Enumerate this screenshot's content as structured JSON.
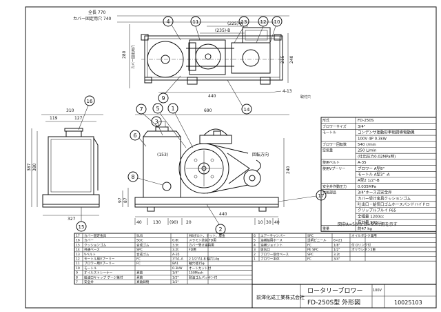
{
  "dims": {
    "top_overall": "全長 770",
    "top_cover": "カバー固定用穴 740",
    "top_225": "(225)-A",
    "top_235": "(235)-B",
    "top_215": "215",
    "top_240": "240",
    "top_440": "440",
    "top_280": "280",
    "top_cover_side": "カバー固定用穴",
    "hole": "4-13",
    "hole_note": "取付穴",
    "side_310": "310",
    "side_119": "119",
    "side_127": "127",
    "side_387": "387",
    "side_380": "380",
    "side_327": "327",
    "front_690": "690",
    "front_97": "97",
    "front_87": "87",
    "front_40a": "40",
    "front_130": "130",
    "front_90": "(90)",
    "front_20": "20",
    "front_440": "440",
    "front_10": "10",
    "front_30": "30",
    "front_40b": "40",
    "front_153": "(153)",
    "front_240": "240",
    "rotation": "回転方向",
    "freq_note": "図中A=50Hz B=60Hz用を示す"
  },
  "balloons": [
    "1",
    "2",
    "3",
    "4",
    "5",
    "6",
    "7",
    "8",
    "9",
    "10",
    "11",
    "12",
    "13",
    "14",
    "15",
    "16",
    "17"
  ],
  "specs": [
    {
      "k": "形式",
      "v": "FD-250S"
    },
    {
      "k": "ブロワーサイズ",
      "v": "3/4\""
    },
    {
      "k": "モートル",
      "v": "コンデンサ始動形単相誘導電動機"
    },
    {
      "k": "",
      "v": "100V 4P 0.3kW"
    },
    {
      "k": "ブロワー回転数",
      "v": "540 r/min"
    },
    {
      "k": "空気量",
      "v": "250 L/min"
    },
    {
      "k": "",
      "v": "(吐出圧力0.02MPa時)"
    },
    {
      "k": "使用ベルト",
      "v": "A-35"
    },
    {
      "k": "使用Vプーリー",
      "v": "ブロワー A型8\""
    },
    {
      "k": "",
      "v": "モートル A型3\" -A"
    },
    {
      "k": "",
      "v": "A型2 1/2\"-B"
    },
    {
      "k": "安全弁作動圧力",
      "v": "0.035MPa"
    },
    {
      "k": "付属部品",
      "v": "3/4\"ホース式安全弁"
    },
    {
      "k": "",
      "v": "カバー受け金具クッションゴム"
    },
    {
      "k": "",
      "v": "吐出口・給気口ゴムホースバンドハイドロ"
    },
    {
      "k": "",
      "v": "クリップルブルイ F65"
    },
    {
      "k": "",
      "v": "全幅量 1200cc"
    },
    {
      "k": "",
      "v": "有効量 900cc"
    },
    {
      "k": "重量",
      "v": "約47 kg"
    }
  ],
  "parts_left": [
    {
      "no": "17",
      "name": "カバー固定金具",
      "mat": "SUS",
      "qty": "",
      "note": "M8ボルト、ナット、座金"
    },
    {
      "no": "16",
      "name": "カバー",
      "mat": "SGC",
      "qty": "0.8t",
      "note": "メラミン塗装 FD用"
    },
    {
      "no": "15",
      "name": "クッションゴム",
      "mat": "合成ゴム",
      "qty": "3.5t",
      "note": "カバー受け金具用"
    },
    {
      "no": "14",
      "name": "共通ベース",
      "mat": "SPC",
      "qty": "3.2t",
      "note": "FD用"
    },
    {
      "no": "13",
      "name": "Vベルト",
      "mat": "合成ゴム",
      "qty": "A-35",
      "note": ""
    },
    {
      "no": "12",
      "name": "モートル用Vプーリー",
      "mat": "FC",
      "qty": "3\"A1-A",
      "note": "2 1/2\"A1-B 軸穴14φ"
    },
    {
      "no": "11",
      "name": "ブロワー用Vプーリー",
      "mat": "FC",
      "qty": "8A1",
      "note": "軸穴径15φ"
    },
    {
      "no": "10",
      "name": "モートル",
      "mat": "",
      "qty": "0.3kW",
      "note": "オートカット付"
    },
    {
      "no": "9",
      "name": "オイルストレーナー",
      "mat": "真鍮",
      "qty": "1/4\"",
      "note": "150Mesh"
    },
    {
      "no": "8",
      "name": "給油口キャップ ゲージ兼付",
      "mat": "真鍮",
      "qty": "1/2\"",
      "note": "耐油ゴムパッキン付"
    },
    {
      "no": "7",
      "name": "安全弁",
      "mat": "真鍮鋳物",
      "qty": "1/2\"",
      "note": ""
    }
  ],
  "parts_right": [
    {
      "no": "6",
      "name": "エアーチャンバー",
      "mat": "SPC",
      "qty": "",
      "note": "オイルタンク兼用"
    },
    {
      "no": "5",
      "name": "油補給用ホース",
      "mat": "透明ビニール",
      "qty": "6×21",
      "note": ""
    },
    {
      "no": "4",
      "name": "油補ジョイント",
      "mat": "FC",
      "qty": "1/8\"",
      "note": "付 Oリング付"
    },
    {
      "no": "3",
      "name": "吸気口",
      "mat": "PE SPC",
      "qty": "1/2\"",
      "note": "ポリウレタン2重"
    },
    {
      "no": "2",
      "name": "ブロワー取付ベース",
      "mat": "SPC",
      "qty": "3.2t",
      "note": ""
    },
    {
      "no": "1",
      "name": "ブロワー本体",
      "mat": "FC",
      "qty": "3/4\"",
      "note": ""
    }
  ],
  "title": {
    "name": "ロータリーブロワー",
    "voltage": "100V",
    "model": "FD-250S型 外形図",
    "company": "前澤化成工業株式会社",
    "drawing_no": "10025103"
  }
}
